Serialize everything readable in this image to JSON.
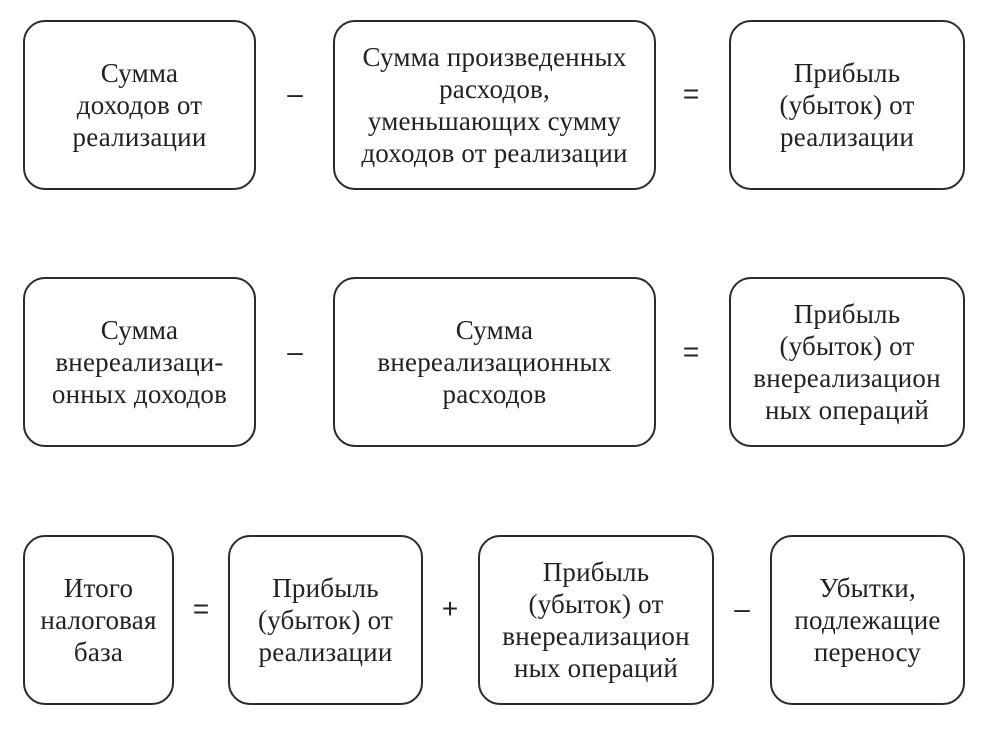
{
  "rows": [
    {
      "boxes": [
        {
          "text": "Сумма\nдоходов от\nреализации"
        },
        {
          "text": "Сумма произведенных\nрасходов,\nуменьшающих сумму\nдоходов от реализации"
        },
        {
          "text": "Прибыль\n(убыток) от\nреализации"
        }
      ],
      "operators": [
        "–",
        "="
      ]
    },
    {
      "boxes": [
        {
          "text": "Сумма\nвнереализаци-\nонных доходов"
        },
        {
          "text": "Сумма\nвнереализационных\nрасходов"
        },
        {
          "text": "Прибыль\n(убыток) от\nвнереализацион\nных операций"
        }
      ],
      "operators": [
        "–",
        "="
      ]
    },
    {
      "boxes": [
        {
          "text": "Итого\nналоговая\nбаза"
        },
        {
          "text": "Прибыль\n(убыток) от\nреализации"
        },
        {
          "text": "Прибыль\n(убыток) от\nвнереализацион\nных операций"
        },
        {
          "text": "Убытки,\nподлежащие\nпереносу"
        }
      ],
      "operators": [
        "=",
        "+",
        "–"
      ]
    }
  ]
}
